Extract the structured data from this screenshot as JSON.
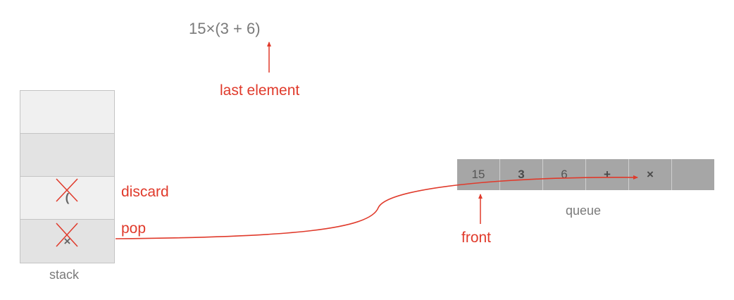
{
  "expression": "15×(3 + 6)",
  "labels": {
    "last_element": "last element",
    "discard": "discard",
    "pop": "pop",
    "front": "front"
  },
  "stack": {
    "caption": "stack",
    "cells": [
      "",
      "",
      "(",
      "×"
    ]
  },
  "queue": {
    "caption": "queue",
    "cells": [
      "15",
      "3",
      "6",
      "+",
      "×",
      ""
    ]
  },
  "colors": {
    "accent": "#e03a2b",
    "text_gray": "#7a7a7a",
    "queue_fill": "#a6a6a6"
  }
}
